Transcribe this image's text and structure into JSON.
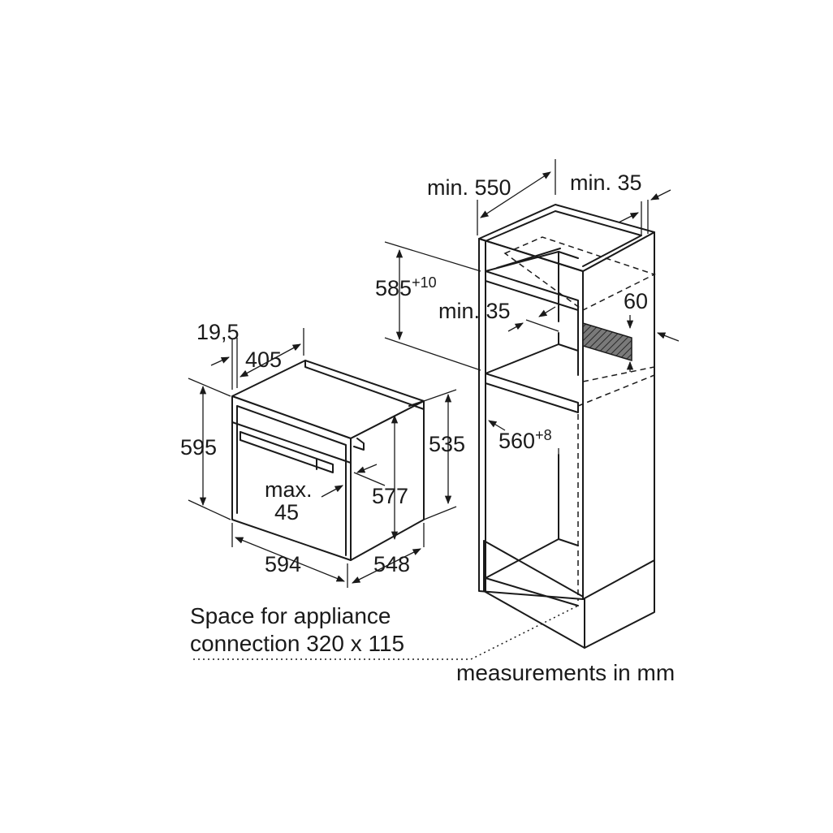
{
  "oven": {
    "depth_front": "19,5",
    "depth_top": "405",
    "height": "595",
    "body_height": "535",
    "inner_height": "577",
    "gap_max_line1": "max.",
    "gap_max_line2": "45",
    "width": "594",
    "depth": "548"
  },
  "cabinet": {
    "min_depth": "min. 550",
    "min_side": "min. 35",
    "niche_height_base": "585",
    "niche_height_sup": "+10",
    "min_vent": "min. 35",
    "vent_60": "60",
    "niche_width_base": "560",
    "niche_width_sup": "+8"
  },
  "notes": {
    "connection_line1": "Space for appliance",
    "connection_line2": "connection 320 x 115",
    "units": "measurements in mm"
  }
}
